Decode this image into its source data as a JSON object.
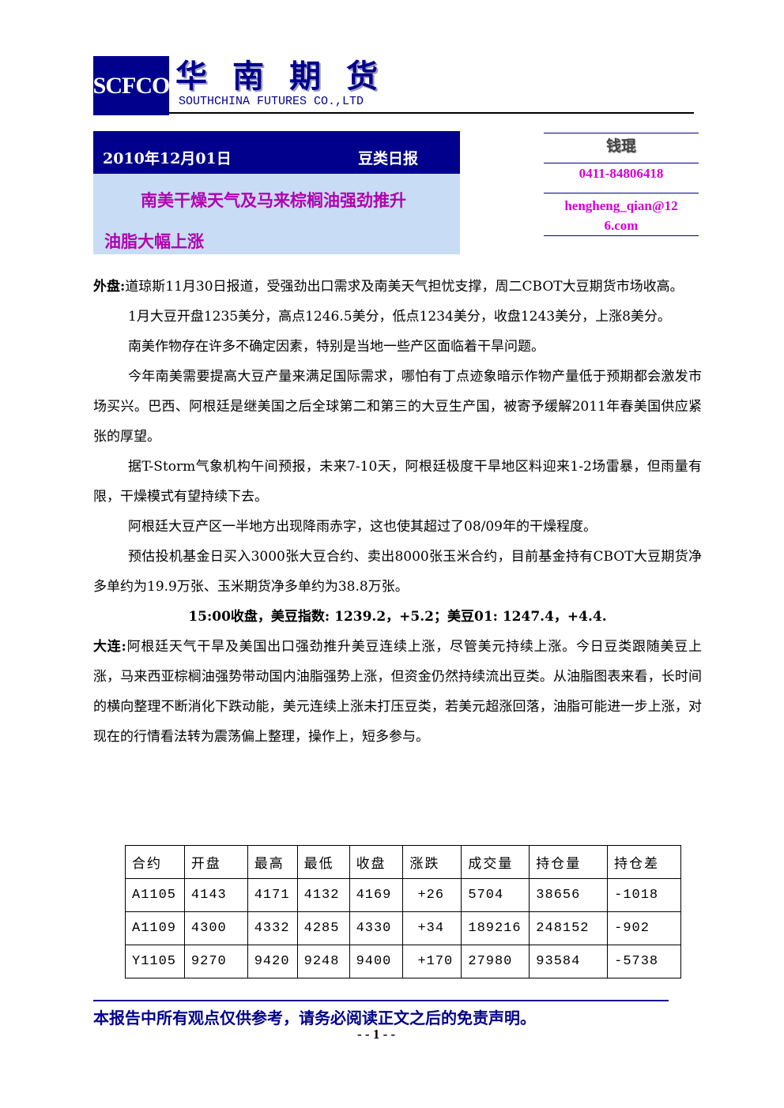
{
  "header": {
    "logo_text": "SCFCO",
    "company_cn": "华南期货",
    "company_en": "SOUTHCHINA FUTURES CO.,LTD"
  },
  "title_bar": {
    "date": "2010年12月01日",
    "report_type": "豆类日报",
    "headline_line1": "南美干燥天气及马来棕榈油强劲推升",
    "headline_line2": "油脂大幅上涨"
  },
  "analyst": {
    "name": "钱琨",
    "phone": "0411-84806418",
    "email_line1": "hengheng_qian@12",
    "email_line2": "6.com"
  },
  "body": {
    "foreign_label": "外盘:",
    "foreign_p1": "道琼斯11月30日报道，受强劲出口需求及南美天气担忧支撑，周二CBOT大豆期货市场收高。",
    "foreign_p2": "1月大豆开盘1235美分，高点1246.5美分，低点1234美分，收盘1243美分，上涨8美分。",
    "foreign_p3": "南美作物存在许多不确定因素，特别是当地一些产区面临着干旱问题。",
    "foreign_p4": "今年南美需要提高大豆产量来满足国际需求，哪怕有丁点迹象暗示作物产量低于预期都会激发市场买兴。巴西、阿根廷是继美国之后全球第二和第三的大豆生产国，被寄予缓解2011年春美国供应紧张的厚望。",
    "foreign_p5": "据T-Storm气象机构午间预报，未来7-10天，阿根廷极度干旱地区料迎来1-2场雷暴，但雨量有限，干燥模式有望持续下去。",
    "foreign_p6": "阿根廷大豆产区一半地方出现降雨赤字，这也使其超过了08/09年的干燥程度。",
    "foreign_p7": "预估投机基金日买入3000张大豆合约、卖出8000张玉米合约，目前基金持有CBOT大豆期货净多单约为19.9万张、玉米期货净多单约为38.8万张。",
    "summary": "15:00收盘，美豆指数: 1239.2，+5.2；美豆01: 1247.4，+4.4.",
    "dalian_label": "大连:",
    "dalian_p1": "阿根廷天气干旱及美国出口强劲推升美豆连续上涨，尽管美元持续上涨。今日豆类跟随美豆上涨，马来西亚棕榈油强势带动国内油脂强势上涨，但资金仍然持续流出豆类。从油脂图表来看，长时间的横向整理不断消化下跌动能，美元连续上涨未打压豆类，若美元超涨回落，油脂可能进一步上涨，对现在的行情看法转为震荡偏上整理，操作上，短多参与。"
  },
  "table": {
    "headers": [
      "合约",
      "开盘",
      "最高",
      "最低",
      "收盘",
      "涨跌",
      "成交量",
      "持仓量",
      "持仓差"
    ],
    "rows": [
      [
        "A1105",
        "4143",
        "4171",
        "4132",
        "4169",
        "+26",
        "5704",
        "38656",
        "-1018"
      ],
      [
        "A1109",
        "4300",
        "4332",
        "4285",
        "4330",
        "+34",
        "189216",
        "248152",
        "-902"
      ],
      [
        "Y1105",
        "9270",
        "9420",
        "9248",
        "9400",
        "+170",
        "27980",
        "93584",
        "-5738"
      ]
    ]
  },
  "footer": {
    "disclaimer": "本报告中所有观点仅供参考，请务必阅读正文之后的免责声明。",
    "page": "- - 1 - -"
  }
}
